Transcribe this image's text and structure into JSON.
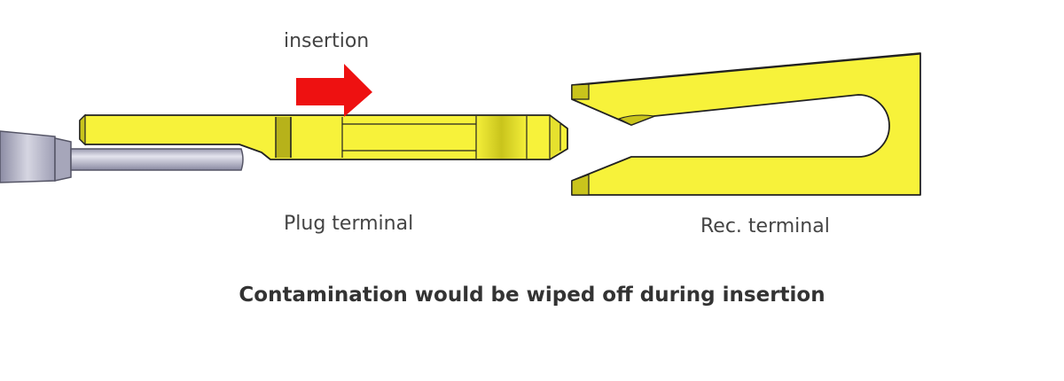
{
  "labels": {
    "insertion": "insertion",
    "plug": "Plug terminal",
    "rec": "Rec. terminal"
  },
  "caption": "Contamination would be wiped off during insertion",
  "colors": {
    "terminal_fill": "#f7f23a",
    "terminal_shade": "#c9c41c",
    "outline": "#222222",
    "arrow": "#ee1111",
    "wire": "#b8b8cc"
  },
  "icons": {
    "arrow": "right-arrow-icon"
  }
}
